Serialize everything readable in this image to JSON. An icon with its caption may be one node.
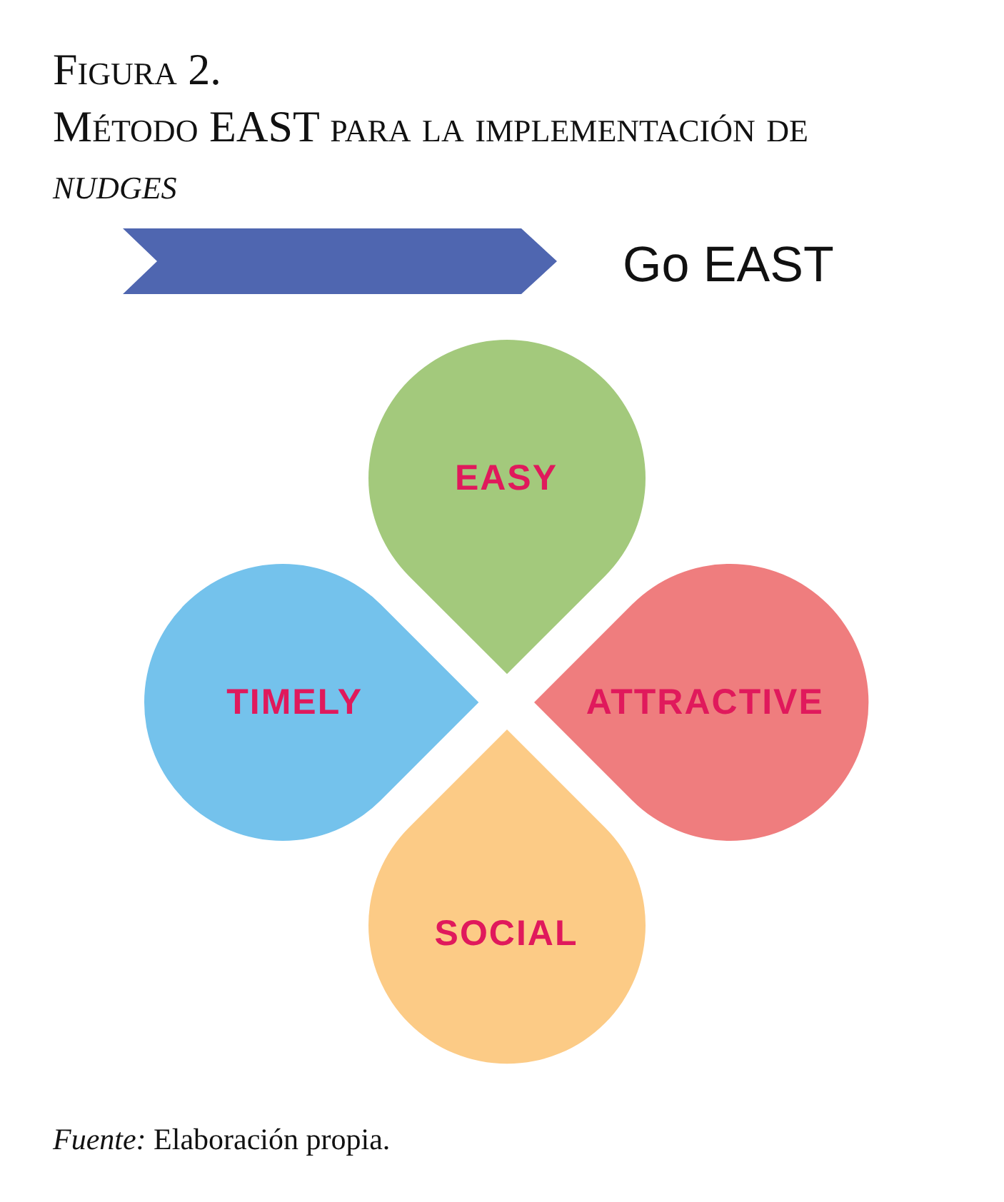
{
  "diagram": {
    "title": "Figura 2. Método EAST para la implementación de *nudges*",
    "nodes": [
      {
        "text": [
          "EASY"
        ]
      },
      {
        "text": [
          "TIMELY"
        ]
      },
      {
        "text": [
          "ATTRACTIVE"
        ]
      },
      {
        "text": [
          "SOCIAL"
        ]
      }
    ],
    "labels": [
      "Go EAST"
    ],
    "caption": "*Fuente:* Elaboración propia."
  }
}
